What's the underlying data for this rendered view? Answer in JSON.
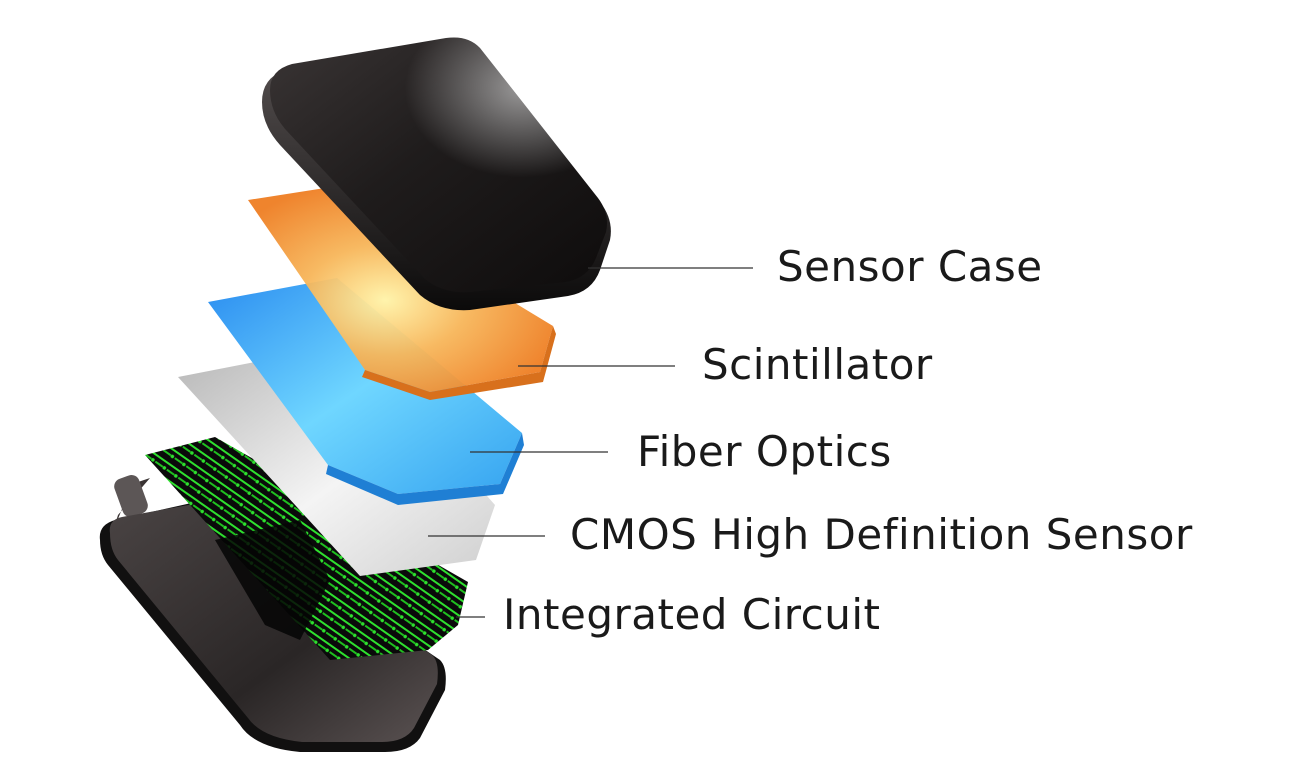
{
  "labels": {
    "sensor_case": "Sensor Case",
    "scintillator": "Scintillator",
    "fiber_optics": "Fiber Optics",
    "cmos_sensor": "CMOS High Definition Sensor",
    "integrated_circuit": "Integrated Circuit"
  },
  "colors": {
    "case": "#1c1a1a",
    "scintillator": "#f08a2c",
    "fiber_optics": "#3aa8f5",
    "cmos": "#c8c8c8",
    "circuit": "#22c022",
    "housing": "#2a2626"
  }
}
